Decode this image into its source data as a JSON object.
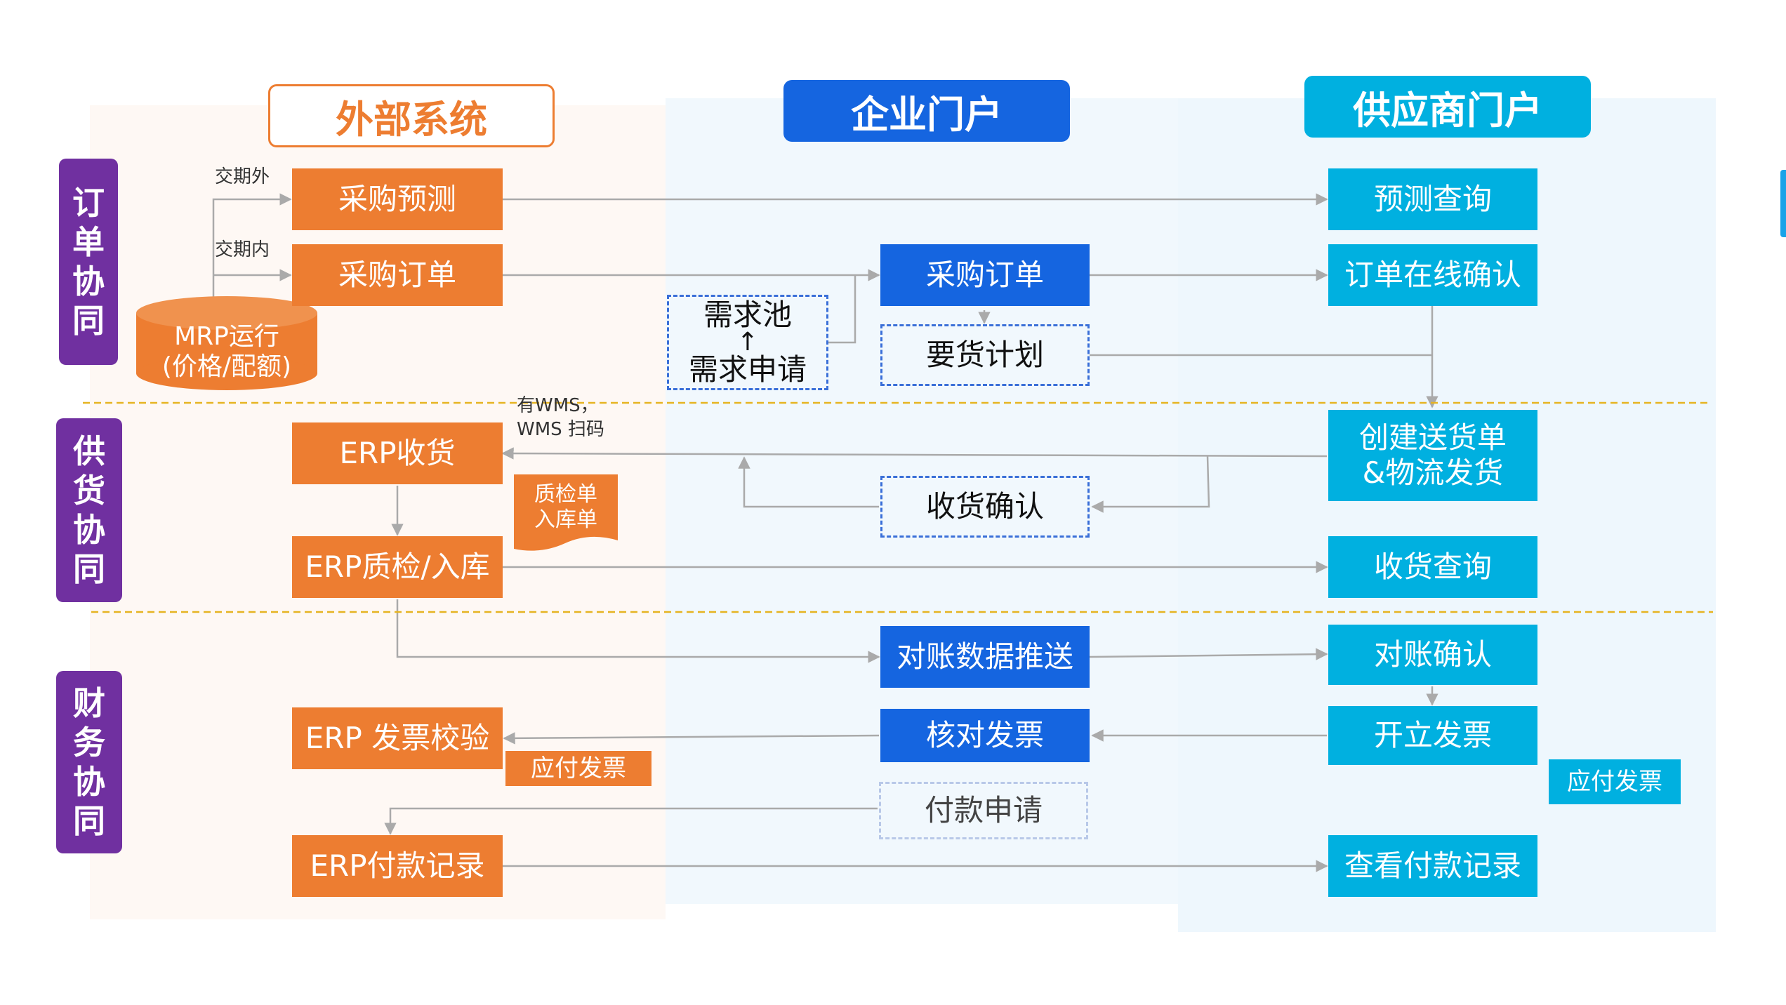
{
  "columns": {
    "external": "外部系统",
    "enterprise": "企业门户",
    "supplier": "供应商门户"
  },
  "sections": {
    "order": [
      "订",
      "单",
      "协",
      "同"
    ],
    "supply": [
      "供",
      "货",
      "协",
      "同"
    ],
    "finance": [
      "财",
      "务",
      "协",
      "同"
    ]
  },
  "external": {
    "label_out_period": "交期外",
    "label_in_period": "交期内",
    "forecast": "采购预测",
    "purchase_order": "采购订单",
    "mrp_line1": "MRP运行",
    "mrp_line2": "(价格/配额)",
    "wms_line1": "有WMS，",
    "wms_line2": "WMS 扫码",
    "erp_receive": "ERP收货",
    "qc_doc_line1": "质检单",
    "qc_doc_line2": "入库单",
    "erp_qc": "ERP质检/入库",
    "erp_invoice": "ERP 发票校验",
    "payable_invoice": "应付发票",
    "erp_payment": "ERP付款记录"
  },
  "enterprise": {
    "demand_pool": "需求池",
    "demand_arrow": "↑",
    "demand_request": "需求申请",
    "purchase_order": "采购订单",
    "delivery_plan": "要货计划",
    "receipt_confirm": "收货确认",
    "recon_push": "对账数据推送",
    "verify_invoice": "核对发票",
    "payment_request": "付款申请"
  },
  "supplier": {
    "forecast_query": "预测查询",
    "order_confirm": "订单在线确认",
    "create_delivery_line1": "创建送货单",
    "create_delivery_line2": "&物流发货",
    "receipt_query": "收货查询",
    "recon_confirm": "对账确认",
    "issue_invoice": "开立发票",
    "payable_invoice": "应付发票",
    "payment_record_view": "查看付款记录"
  },
  "colors": {
    "orange": "#ED7D31",
    "blue": "#1565E0",
    "cyan": "#00B0E0",
    "purple": "#7030A0",
    "divider": "#E6B422"
  }
}
